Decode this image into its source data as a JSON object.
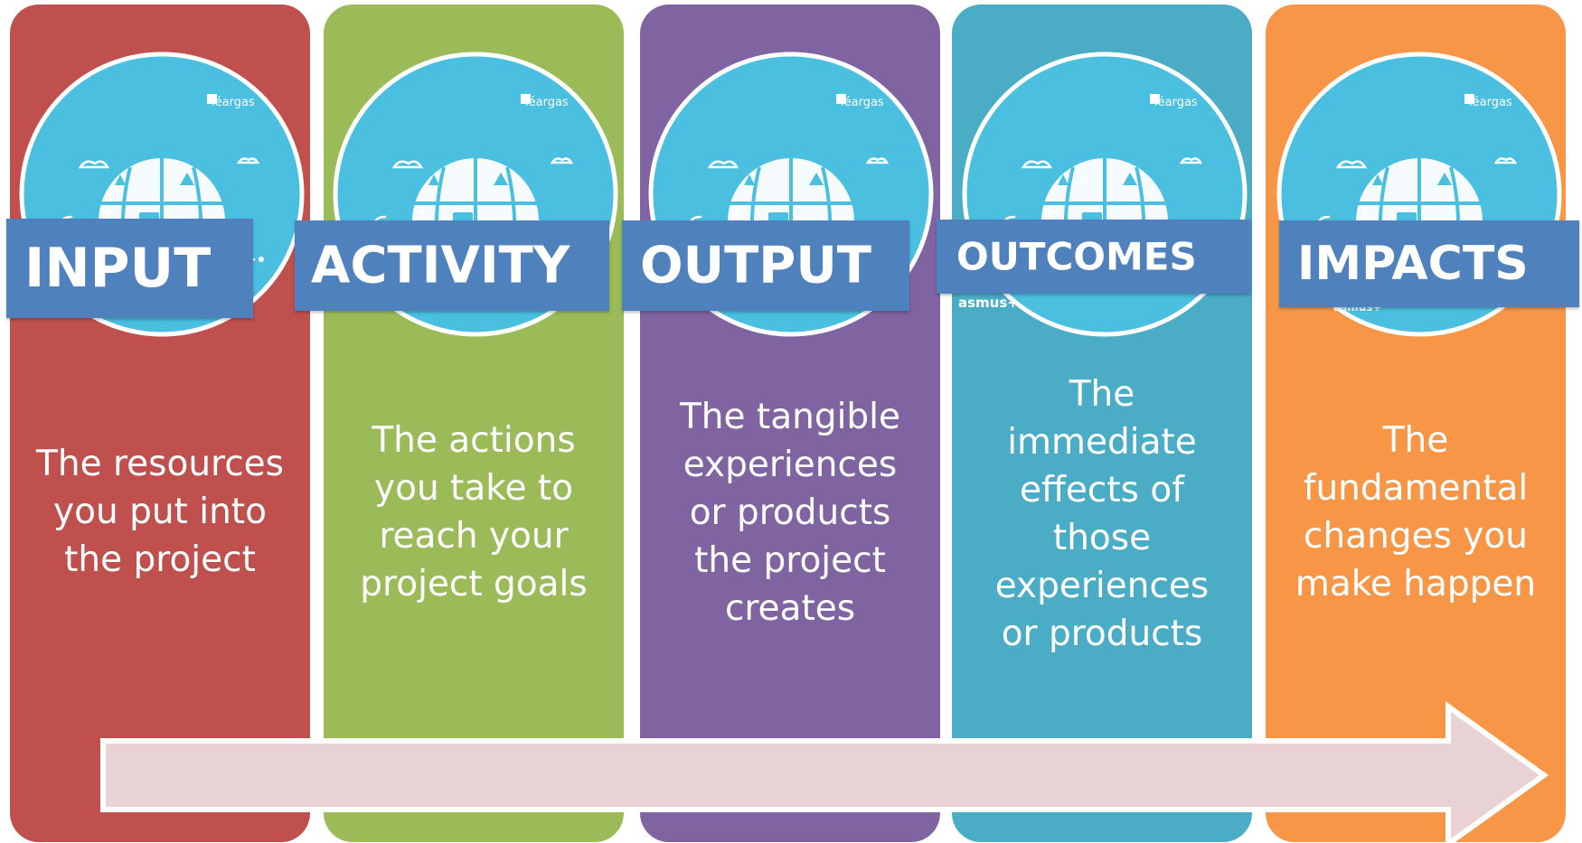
{
  "stages": [
    {
      "label": "INPUT",
      "color": "#c0504d",
      "description": "The resources\nyou put into\nthe project",
      "brand": "léargas",
      "logo_fragment": ""
    },
    {
      "label": "ACTIVITY",
      "color": "#9bbb59",
      "description": "The actions\nyou take to\nreach your\nproject goals",
      "brand": "léargas",
      "logo_fragment": ""
    },
    {
      "label": "OUTPUT",
      "color": "#8064a2",
      "description": "The tangible\nexperiences\nor products\nthe project\ncreates",
      "brand": "léargas",
      "logo_fragment": ""
    },
    {
      "label": "OUTCOMES",
      "color": "#4bacc6",
      "description": "The\nimmediate\neffects of\nthose\nexperiences\nor products",
      "brand": "léargas",
      "logo_fragment": "asmus+"
    },
    {
      "label": "IMPACTS",
      "color": "#f79646",
      "description": "The\nfundamental\nchanges you\nmake happen",
      "brand": "léargas",
      "logo_fragment": "asmus+"
    }
  ],
  "colors": {
    "badge_fill": "#4abfe0",
    "label_box": "#4f81bd",
    "arrow_fill": "#e8d2d4",
    "arrow_stroke": "#ffffff"
  },
  "icons": {
    "badge": "globe-illustration-icon",
    "brand_mark": "leargas-logo-icon",
    "flow": "right-arrow"
  }
}
